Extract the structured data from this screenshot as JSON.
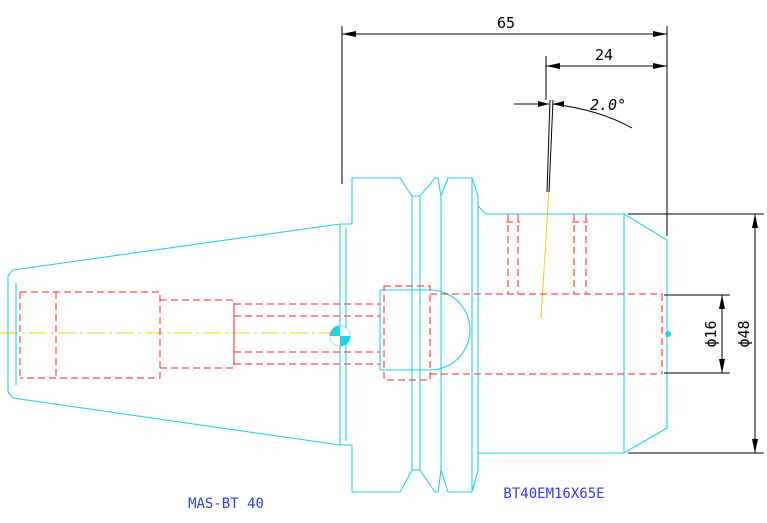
{
  "dimensions": {
    "overall_length": "65",
    "shank_length": "24",
    "taper_angle": "2.0°",
    "bore_diameter": "ϕ16",
    "body_diameter": "ϕ48"
  },
  "labels": {
    "spindle_standard": "MAS-BT 40",
    "part_number": "BT40EM16X65E"
  },
  "colors": {
    "outline": "#22d3e6",
    "hidden_lines": "#ff2020",
    "center_lines": "#e8d400",
    "dimension_lines": "#000000",
    "caption_text": "#2d3be6"
  }
}
